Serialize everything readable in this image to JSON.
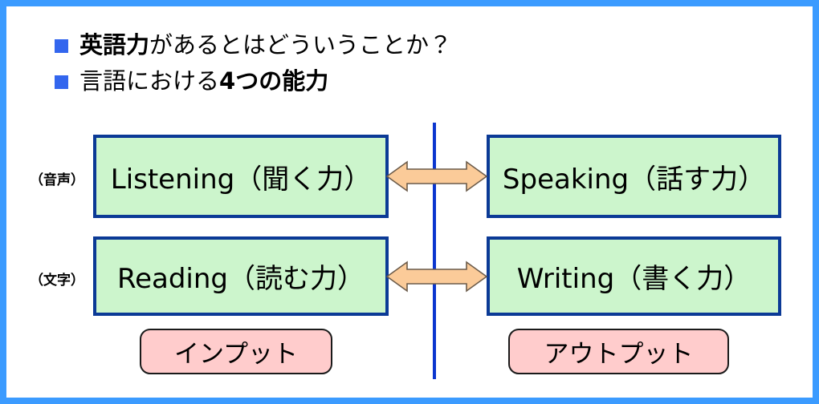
{
  "slide": {
    "frame_color": "#3b9bff",
    "background": "#ffffff"
  },
  "heading": {
    "bullet_color": "#3366ee",
    "lines": [
      {
        "bold_lead": "英語力",
        "rest": "があるとはどういうことか？"
      },
      {
        "lead": "言語における",
        "bold_tail": "4つの能力"
      }
    ]
  },
  "divider": {
    "color": "#0b36cf"
  },
  "modality_labels": [
    {
      "text": "（音声）"
    },
    {
      "text": "（文字）"
    }
  ],
  "skills": {
    "box_fill": "#ccf5cc",
    "box_border": "#0b3a96",
    "input_side": [
      {
        "text": "Listening（聞く力）"
      },
      {
        "text": "Reading（読む力）"
      }
    ],
    "output_side": [
      {
        "text": "Speaking（話す力）"
      },
      {
        "text": "Writing（書く力）"
      }
    ]
  },
  "arrows": {
    "fill": "#fbcb99",
    "stroke": "#6b5b4a",
    "count": 2
  },
  "pills": {
    "fill": "#ffcccc",
    "border": "#1a1a1a",
    "input_label": "インプット",
    "output_label": "アウトプット"
  }
}
